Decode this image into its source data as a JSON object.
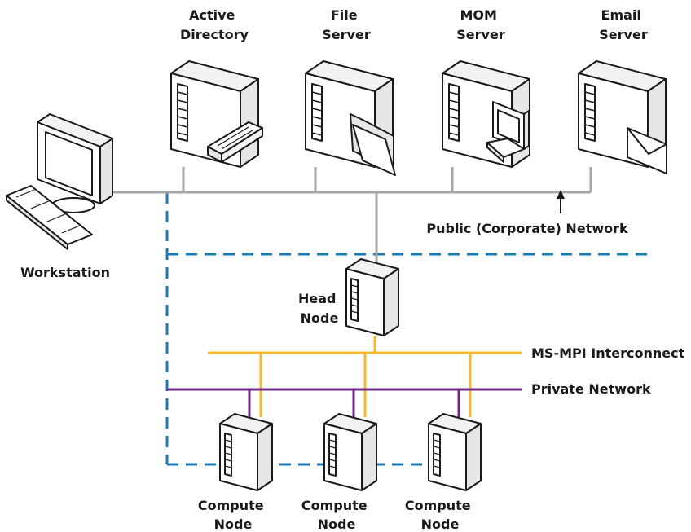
{
  "labels": {
    "active_directory": [
      "Active",
      "Directory"
    ],
    "file_server": [
      "File",
      "Server"
    ],
    "mom_server": [
      "MOM",
      "Server"
    ],
    "email_server": [
      "Email",
      "Server"
    ],
    "workstation": "Workstation",
    "public_network": "Public (Corporate) Network",
    "head_node": [
      "Head",
      "Node"
    ],
    "mpi_interconnect": "MS-MPI Interconnect",
    "private_network": "Private Network",
    "compute_node": [
      "Compute",
      "Node"
    ]
  },
  "colors": {
    "public_line": "#a6a6a6",
    "dashed_boundary": "#1a7ab8",
    "mpi_line": "#f5b830",
    "private_line": "#6f2a87",
    "outline": "#1a1a1a",
    "server_face": "#ffffff",
    "server_side": "#e6e6e6"
  },
  "icons": {
    "active_directory": "server-with-keyboard-icon",
    "file_server": "server-with-folder-icon",
    "mom_server": "server-with-monitor-icon",
    "email_server": "server-with-envelope-icon",
    "workstation": "workstation-icon",
    "head_node": "server-icon",
    "compute_node": "server-icon"
  }
}
